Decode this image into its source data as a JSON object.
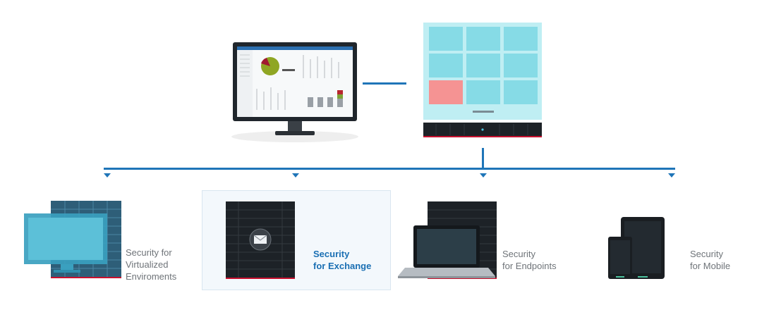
{
  "products": [
    {
      "label": "Security for\nVirtualized\nEnviroments",
      "active": false
    },
    {
      "label": "Security\nfor Exchange",
      "active": true
    },
    {
      "label": "Security\nfor Endpoints",
      "active": false
    },
    {
      "label": "Security\nfor Mobile",
      "active": false
    }
  ],
  "colors": {
    "connector": "#1f75b8",
    "active_label": "#1a6fb3",
    "label": "#6f7479",
    "tile": "#86dbe6",
    "tile_alert": "#f59393",
    "accent_red": "#c8102e"
  },
  "icons": {
    "console": "monitor-dashboard-icon",
    "appliance": "server-appliance-icon",
    "virtual": "virtual-server-icon",
    "exchange": "mail-server-icon",
    "endpoints": "laptop-server-icon",
    "mobile": "tablet-phone-icon"
  }
}
